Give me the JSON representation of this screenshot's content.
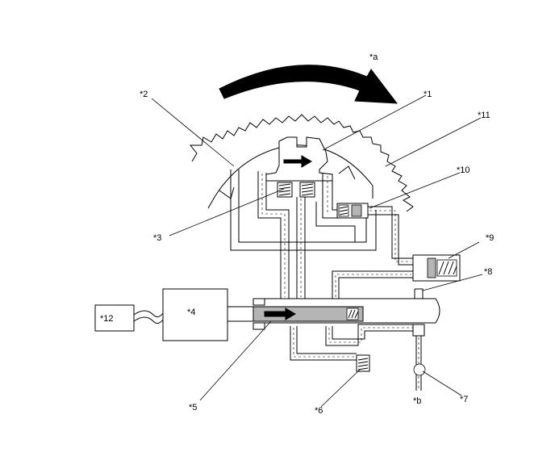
{
  "diagram": {
    "labels": {
      "a": "*a",
      "b": "*b",
      "n1": "*1",
      "n2": "*2",
      "n3": "*3",
      "n4": "*4",
      "n5": "*5",
      "n6": "*6",
      "n7": "*7",
      "n8": "*8",
      "n9": "*9",
      "n10": "*10",
      "n11": "*11",
      "n12": "*12"
    },
    "colors": {
      "line": "#000000",
      "spool_fill": "#b5b5b5",
      "background": "#ffffff"
    }
  }
}
